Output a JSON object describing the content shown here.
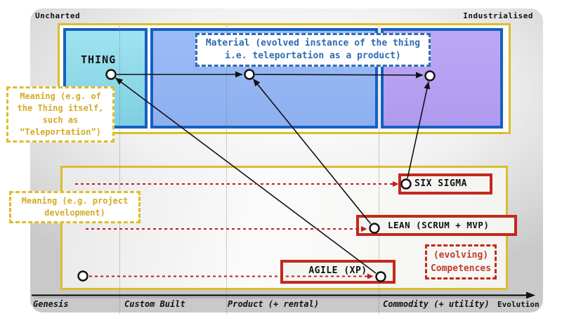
{
  "colors": {
    "yellow_accent": "#dcbd2e",
    "red_accent": "#c3291c",
    "dark_blue_border": "#1660c0",
    "cyan_fill": "#8ed9ea",
    "blue_fill": "#95b7f3",
    "purple_fill": "#b7a3f1",
    "material_blue": "#2e6cb0",
    "dashed_red_line": "#b82020"
  },
  "corners": {
    "left": "Uncharted",
    "right": "Industrialised"
  },
  "top_band": {
    "thing_label": "THING"
  },
  "callouts": {
    "material": {
      "lines": [
        "Material (evolved instance of the thing",
        "i.e. teleportation as a product)"
      ]
    },
    "meaning_thing": {
      "lines": [
        "Meaning (e.g. of",
        "the Thing itself,",
        "such as",
        "“Teleportation”)"
      ]
    },
    "meaning_project": {
      "lines": [
        "Meaning (e.g. project",
        "development)"
      ]
    },
    "competences": {
      "lines": [
        "(evolving)",
        "Competences"
      ]
    }
  },
  "practices": {
    "six_sigma": "SIX SIGMA",
    "lean": "LEAN (SCRUM + MVP)",
    "agile": "AGILE (XP)"
  },
  "axis": {
    "stages": [
      "Genesis",
      "Custom Built",
      "Product (+ rental)",
      "Commodity (+ utility)"
    ],
    "arrow_label": "Evolution"
  }
}
